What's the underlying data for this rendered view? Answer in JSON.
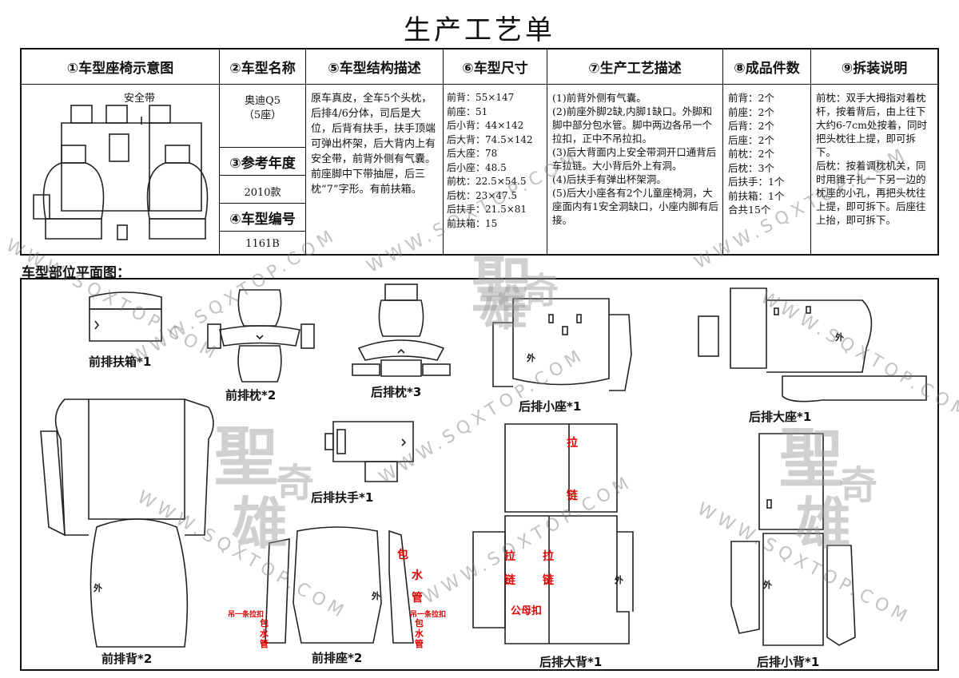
{
  "title": "生产工艺单",
  "headers": {
    "seat_diagram": "①车型座椅示意图",
    "model_name": "②车型名称",
    "reference_year": "③参考年度",
    "model_code": "④车型编号",
    "structure": "⑤车型结构描述",
    "size": "⑥车型尺寸",
    "process": "⑦生产工艺描述",
    "pieces": "⑧成品件数",
    "install": "⑨拆装说明"
  },
  "seat_diagram_label": "安全带",
  "model_name_value": "奥迪Q5\n（5座）",
  "reference_year_value": "2010款",
  "model_code_value": "1161B",
  "structure_text": "原车真皮，全车5个头枕，后排4/6分体，司后是大位，后背有扶手，扶手顶端可弹出杯架，后大背内上有安全带，前背外侧有气囊。前座脚中下带抽屉，后三枕“7”字形。有前扶箱。",
  "size_text": "前背：55×147\n前座：51\n后小背：44×142\n后大背：74.5×142\n后大座：78\n后小座：48.5\n前枕：22.5×54.5\n后枕：23×47.5\n后扶手：21.5×81\n前扶箱：15",
  "process_text": "(1)前背外侧有气囊。\n(2)前座外脚2缺,内脚1缺口。外脚和脚中部分包水管。脚中两边各吊一个拉扣，正中不吊拉扣。\n(3)后大背面内上安全带洞开口通背后车拉链。大小背后外上有洞。\n(4)后扶手有弹出杯架洞。\n(5)后大小座各有2个儿童座椅洞，大座面内有1安全洞缺口，小座内脚有后接。",
  "pieces_text": "前背：2个\n前座：2个\n后背：2个\n后座：2个\n前枕：2个\n后枕：3个\n后扶手：1个\n前扶箱：1个\n合共15个",
  "install_text": "前枕：双手大拇指对着枕杆，按着背后，由上往下大约6-7cm处按着，同时把头枕往上提，即可拆下。\n后枕：按着调枕机关，同时用锥子扎一下另一边的枕座的小孔，再把头枕往上提，即可拆下。后座往上抬，即可拆下。",
  "plan_title": "车型部位平面图：",
  "parts": {
    "front_armbox": "前排扶箱*1",
    "front_pillow": "前排枕*2",
    "rear_pillow": "后排枕*3",
    "rear_small_seat": "后排小座*1",
    "rear_big_seat": "后排大座*1",
    "rear_armrest": "后排扶手*1",
    "front_back": "前排背*2",
    "front_seat": "前排座*2",
    "rear_big_back": "后排大背*1",
    "rear_small_back": "后排小背*1"
  },
  "annotations": {
    "outer": "外",
    "zipper_la": "拉",
    "zipper_lian": "链",
    "wrap1": "包",
    "wrap2": "水",
    "wrap3": "管",
    "hang_clip": "吊一条拉扣",
    "male_female_clip": "公母扣"
  },
  "watermark": {
    "url": "WWW.SQXTOP.COM",
    "chars": [
      "聖",
      "奇",
      "雄"
    ]
  }
}
